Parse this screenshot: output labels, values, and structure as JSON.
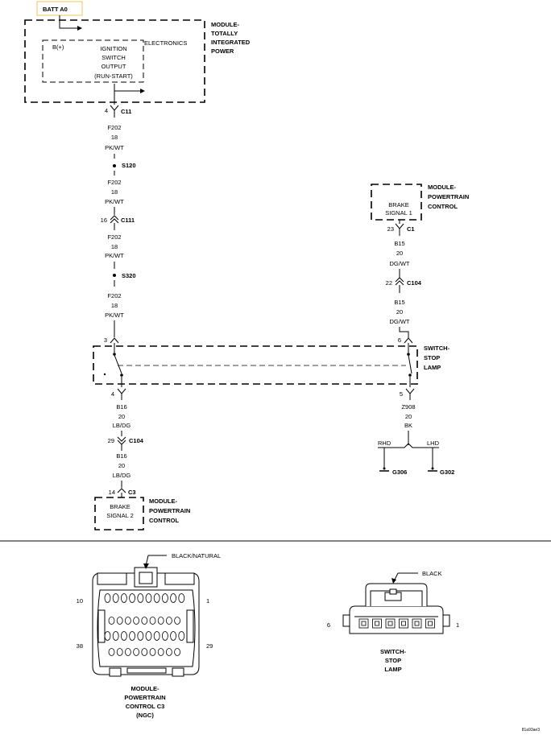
{
  "batt_label": "BATT A0",
  "tipm": {
    "name_lines": [
      "MODULE-",
      "TOTALLY",
      "INTEGRATED",
      "POWER"
    ],
    "electronics": "ELECTRONICS",
    "bplus": "B(+)",
    "ign_lines": [
      "IGNITION",
      "SWITCH",
      "OUTPUT",
      "(RUN-START)"
    ]
  },
  "left_circuit": {
    "c11_pin": "4",
    "c11": "C11",
    "seg1": [
      "F202",
      "18",
      "PK/WT"
    ],
    "s120": "S120",
    "seg2": [
      "F202",
      "18",
      "PK/WT"
    ],
    "c111_pin": "16",
    "c111": "C111",
    "seg3": [
      "F202",
      "18",
      "PK/WT"
    ],
    "s320": "S320",
    "seg4": [
      "F202",
      "18",
      "PK/WT"
    ],
    "sw_in_pin": "3",
    "sw_out_pin": "4",
    "seg5": [
      "B16",
      "20",
      "LB/DG"
    ],
    "c104_pin": "29",
    "c104": "C104",
    "seg6": [
      "B16",
      "20",
      "LB/DG"
    ],
    "c3_pin": "14",
    "c3": "C3",
    "pcm_box_lines": [
      "BRAKE",
      "SIGNAL 2"
    ],
    "pcm_name_lines": [
      "MODULE-",
      "POWERTRAIN",
      "CONTROL"
    ]
  },
  "right_circuit": {
    "pcm_box_lines": [
      "BRAKE",
      "SIGNAL 1"
    ],
    "pcm_name_lines": [
      "MODULE-",
      "POWERTRAIN",
      "CONTROL"
    ],
    "c1_pin": "23",
    "c1": "C1",
    "seg1": [
      "B15",
      "20",
      "DG/WT"
    ],
    "c104_pin": "22",
    "c104": "C104",
    "seg2": [
      "B15",
      "20",
      "DG/WT"
    ],
    "sw_in_pin": "6",
    "sw_out_pin": "5",
    "seg3": [
      "Z908",
      "20",
      "BK"
    ],
    "rhd": "RHD",
    "lhd": "LHD",
    "g306": "G306",
    "g302": "G302"
  },
  "switch_name_lines": [
    "SWITCH-",
    "STOP",
    "LAMP"
  ],
  "connectors": {
    "pcm_color": "BLACK/NATURAL",
    "pcm_pin_10": "10",
    "pcm_pin_1": "1",
    "pcm_pin_38": "38",
    "pcm_pin_29": "29",
    "pcm_caption": [
      "MODULE-",
      "POWERTRAIN",
      "CONTROL C3",
      "(NGC)"
    ],
    "sw_color": "BLACK",
    "sw_pin_6": "6",
    "sw_pin_1": "1",
    "sw_caption": [
      "SWITCH-",
      "STOP",
      "LAMP"
    ]
  },
  "figure_id": "81a93ae3"
}
